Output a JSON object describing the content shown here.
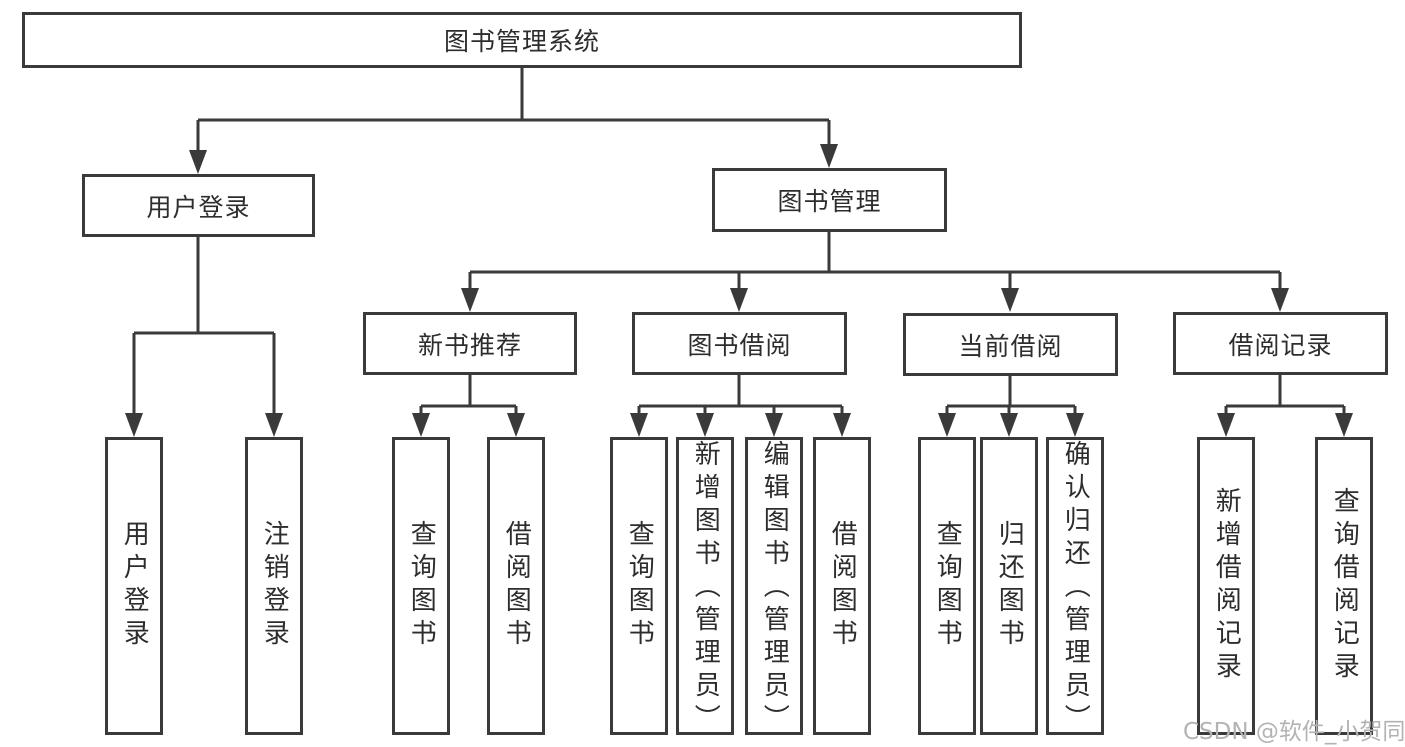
{
  "diagram": {
    "root": {
      "label": "图书管理系统"
    },
    "level2": [
      {
        "label": "用户登录"
      },
      {
        "label": "图书管理"
      }
    ],
    "level3": [
      {
        "label": "新书推荐"
      },
      {
        "label": "图书借阅"
      },
      {
        "label": "当前借阅"
      },
      {
        "label": "借阅记录"
      }
    ],
    "user_login_children": [
      {
        "label": "用户登录"
      },
      {
        "label": "注销登录"
      }
    ],
    "new_book_children": [
      {
        "label": "查询图书"
      },
      {
        "label": "借阅图书"
      }
    ],
    "book_borrow_children": [
      {
        "label": "查询图书"
      },
      {
        "label": "新增图书（管理员）"
      },
      {
        "label": "编辑图书（管理员）"
      },
      {
        "label": "借阅图书"
      }
    ],
    "current_borrow_children": [
      {
        "label": "查询图书"
      },
      {
        "label": "归还图书"
      },
      {
        "label": "确认归还（管理员）"
      }
    ],
    "record_children": [
      {
        "label": "新增借阅记录"
      },
      {
        "label": "查询借阅记录"
      }
    ]
  },
  "watermark": "CSDN @软件_小贺同学",
  "colors": {
    "line": "#3a3a3a",
    "text": "#2d2d2d",
    "watermark": "#b3b3b3",
    "background": "#ffffff"
  }
}
